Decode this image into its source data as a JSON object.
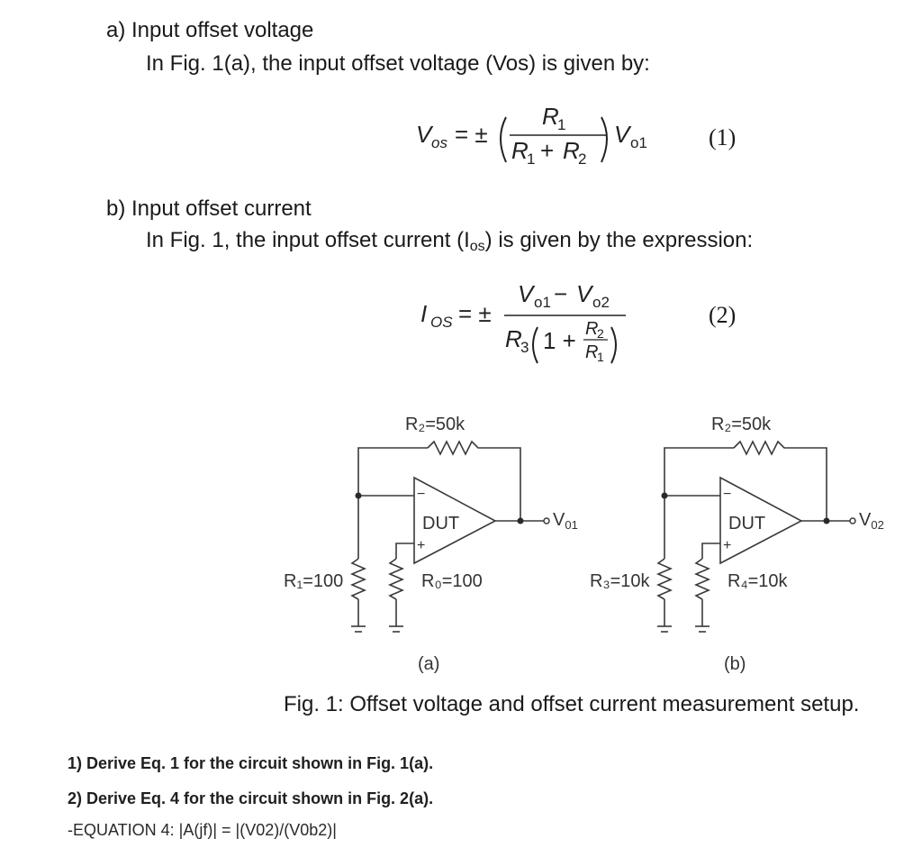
{
  "section_a": {
    "heading": "a)  Input offset voltage",
    "text": "In Fig. 1(a), the input offset voltage (Vos) is given by:",
    "equation_number": "(1)"
  },
  "section_b": {
    "heading": "b)  Input offset current",
    "text": "In Fig. 1, the input offset current (I",
    "text_sub": "os",
    "text_end": ") is given by the expression:",
    "equation_number": "(2)"
  },
  "figure": {
    "circuit_a": {
      "r2_label": "R₂=50k",
      "r1_label": "R₁=100",
      "r0_label": "R₀=100",
      "dut_label": "DUT",
      "output_label": "V",
      "output_sub": "01",
      "panel_label": "(a)"
    },
    "circuit_b": {
      "r2_label": "R₂=50k",
      "r3_label": "R₃=10k",
      "r4_label": "R₄=10k",
      "dut_label": "DUT",
      "output_label": "V",
      "output_sub": "02",
      "panel_label": "(b)"
    },
    "caption": "Fig. 1: Offset voltage and offset current measurement setup."
  },
  "questions": [
    "1) Derive Eq. 1 for the circuit shown in Fig. 1(a).",
    "2) Derive Eq. 4 for the circuit shown in Fig. 2(a).",
    "-EQUATION 4: |A(jf)| = |(V02)/(V0b2)|"
  ]
}
